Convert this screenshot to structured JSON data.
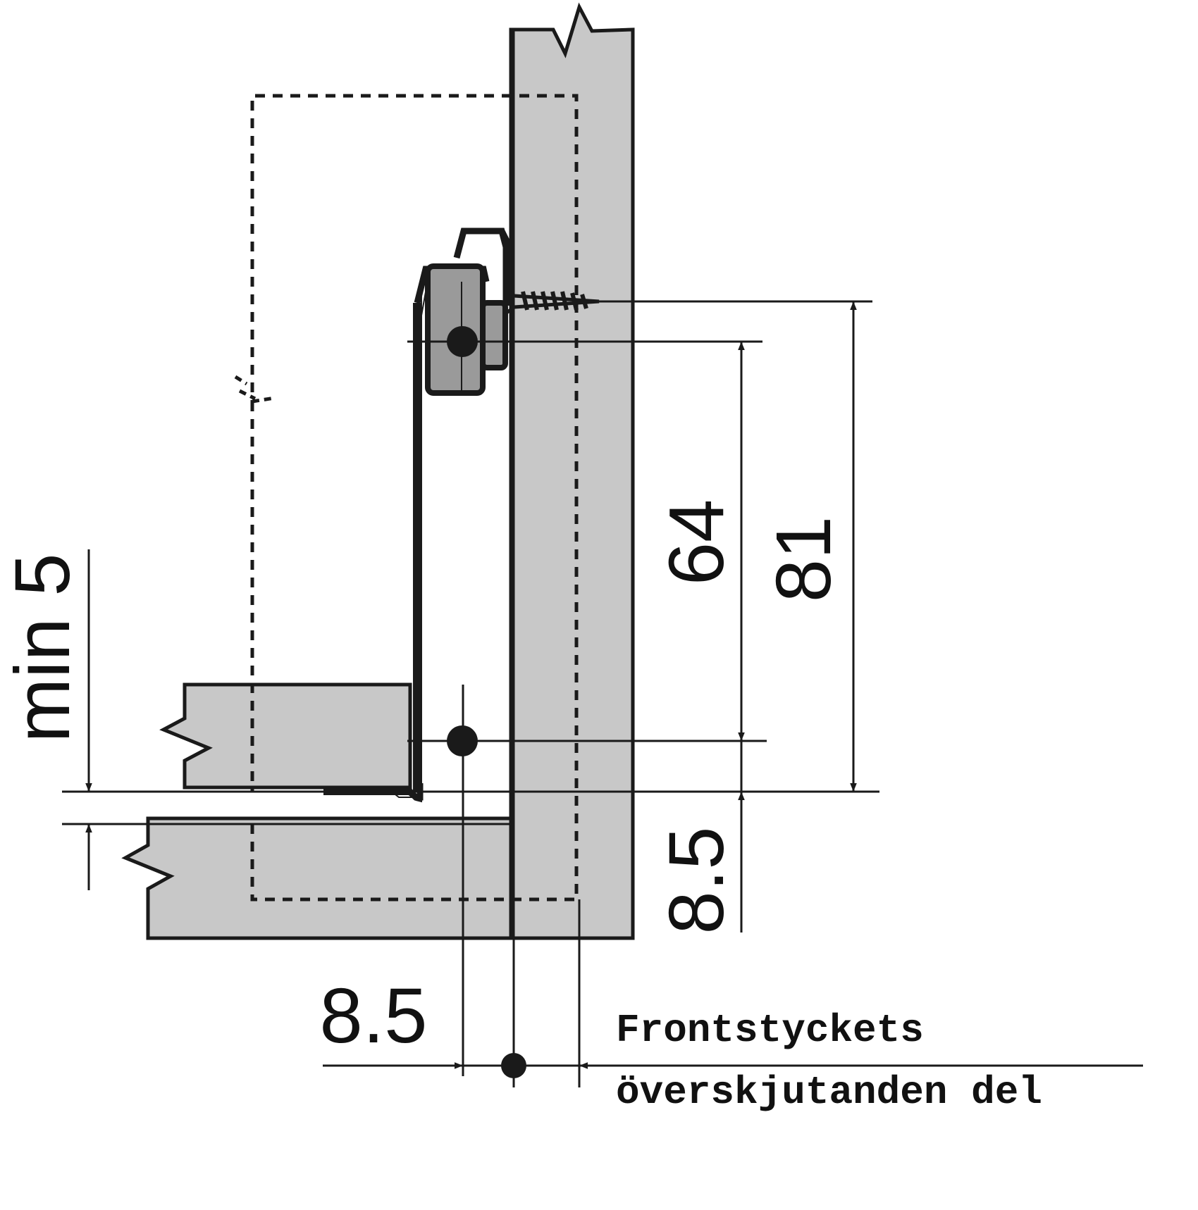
{
  "labels": {
    "min5": "min 5",
    "dim64": "64",
    "dim81": "81",
    "dim85_vertical": "8.5",
    "dim85_horizontal": "8.5",
    "note_line1": "Frontstyckets",
    "note_line2": "överskjutanden del"
  },
  "colors": {
    "panel_fill": "#c8c8c8",
    "stroke": "#1a1a1a",
    "block_fill": "#9a9a9a"
  }
}
